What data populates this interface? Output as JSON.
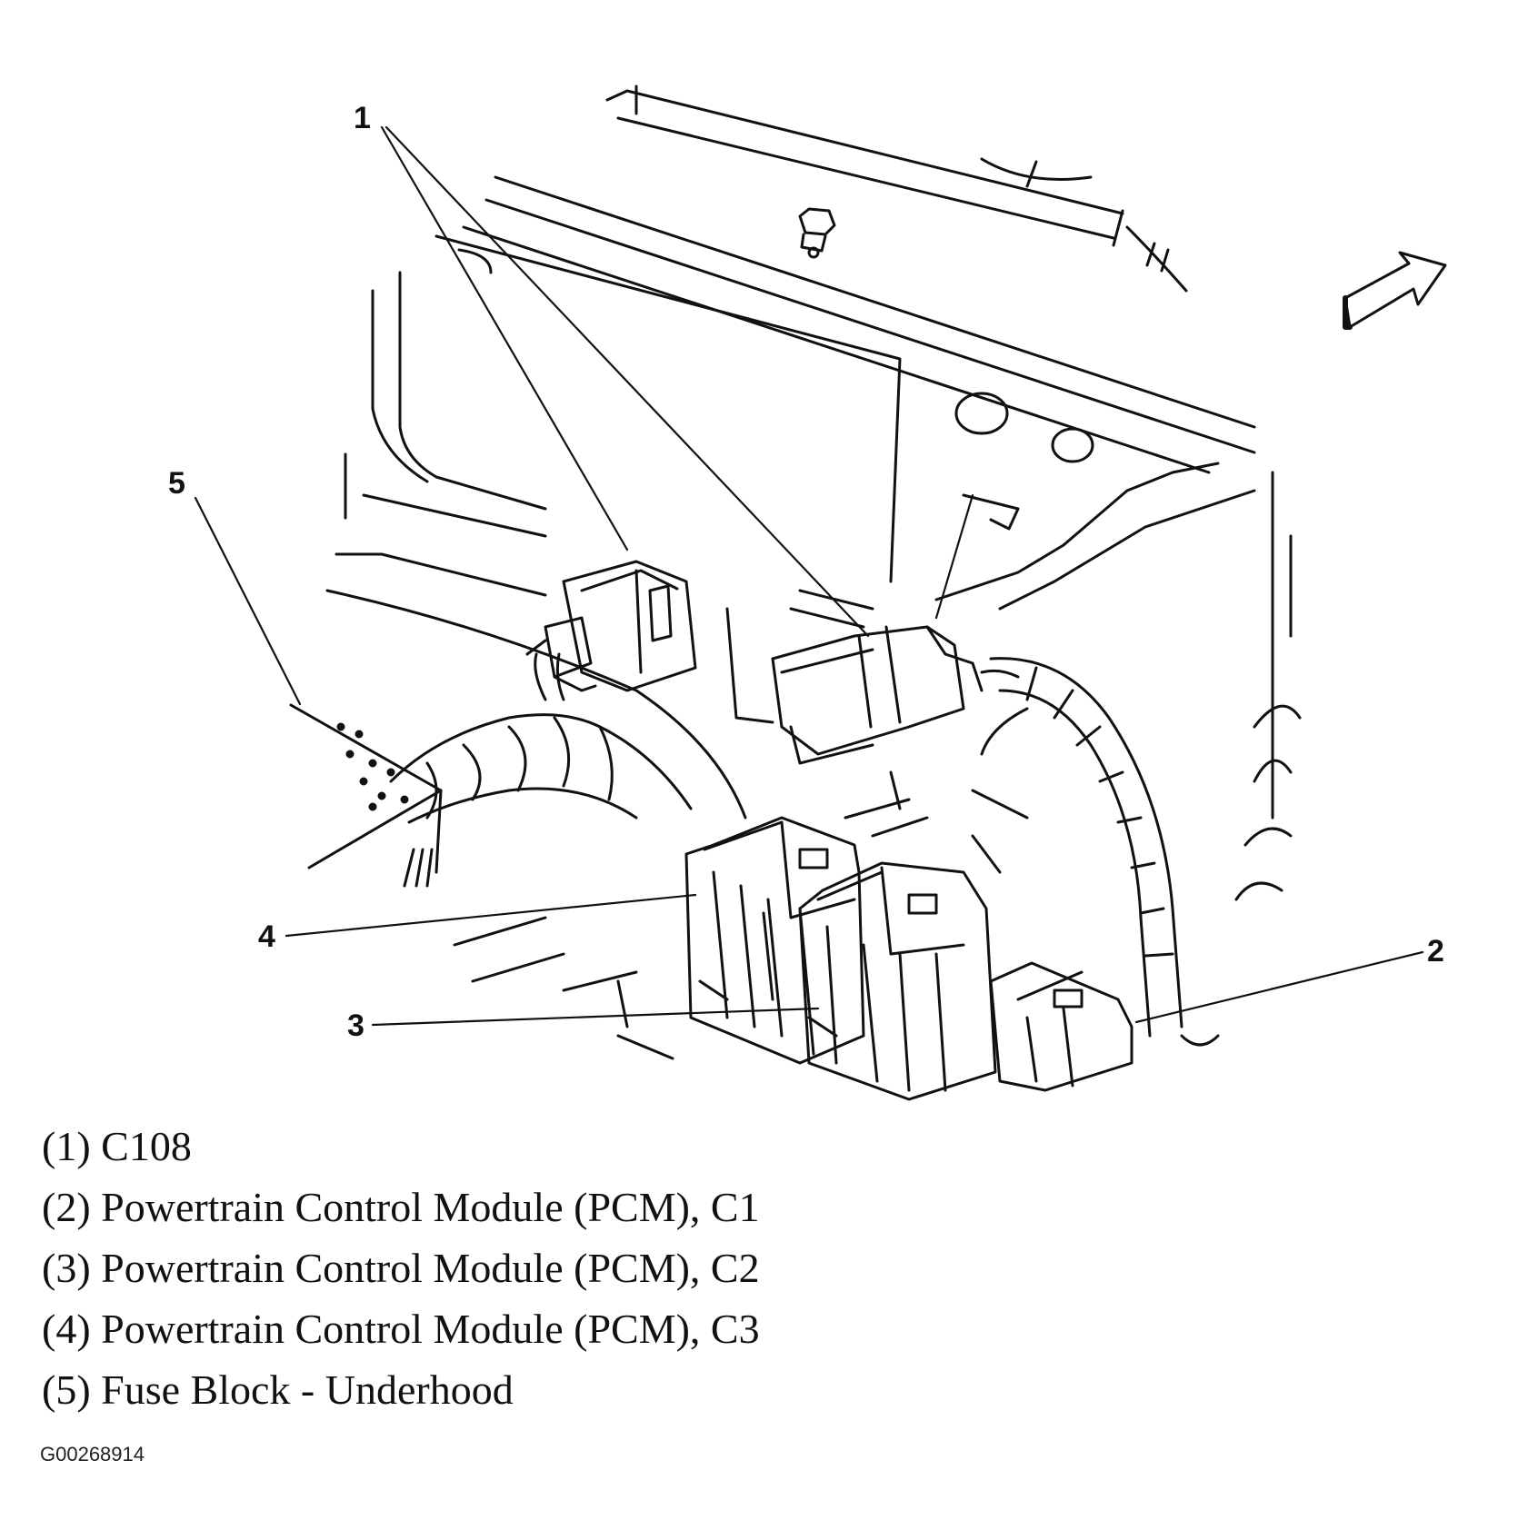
{
  "callouts": {
    "c1": "1",
    "c2": "2",
    "c3": "3",
    "c4": "4",
    "c5": "5"
  },
  "legend": [
    "(1) C108",
    "(2) Powertrain Control Module (PCM), C1",
    "(3) Powertrain Control Module (PCM), C2",
    "(4) Powertrain Control Module (PCM), C3",
    "(5) Fuse Block - Underhood"
  ],
  "figure_id": "G00268914",
  "colors": {
    "ink": "#111111",
    "paper": "#ffffff"
  }
}
